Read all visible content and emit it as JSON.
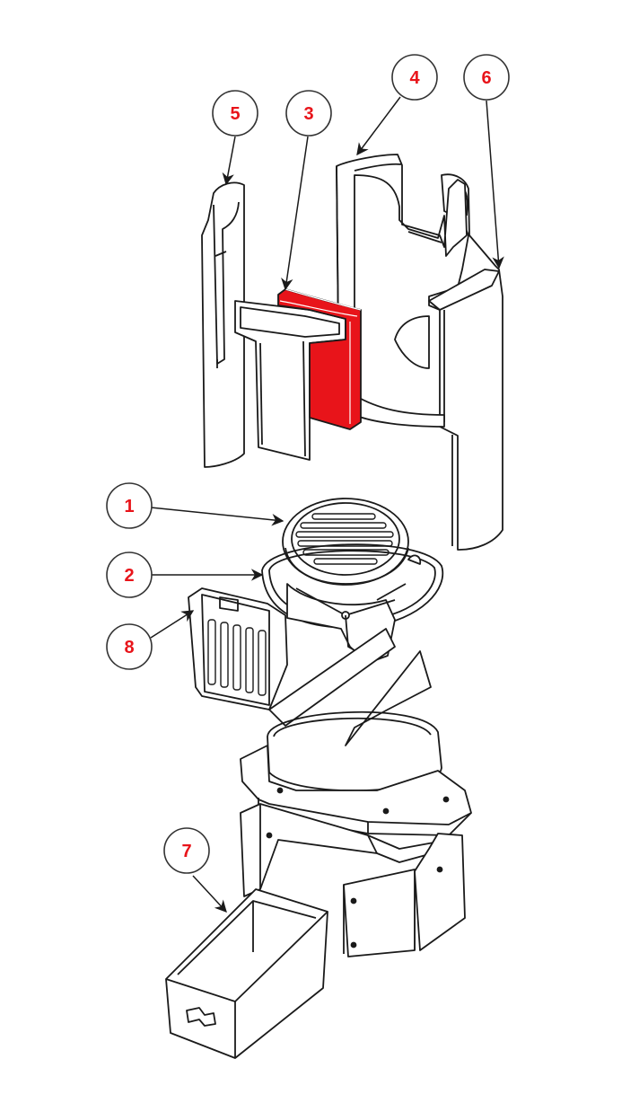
{
  "colors": {
    "line": "#1a1a1a",
    "fill": "#ffffff",
    "highlight": "#e8141a",
    "callout_text": "#e8141a",
    "callout_ring": "#333333"
  },
  "callouts": [
    {
      "id": "1",
      "label": "1"
    },
    {
      "id": "2",
      "label": "2"
    },
    {
      "id": "3",
      "label": "3"
    },
    {
      "id": "4",
      "label": "4"
    },
    {
      "id": "5",
      "label": "5"
    },
    {
      "id": "6",
      "label": "6"
    },
    {
      "id": "7",
      "label": "7"
    },
    {
      "id": "8",
      "label": "8"
    }
  ],
  "highlighted_part": "3"
}
